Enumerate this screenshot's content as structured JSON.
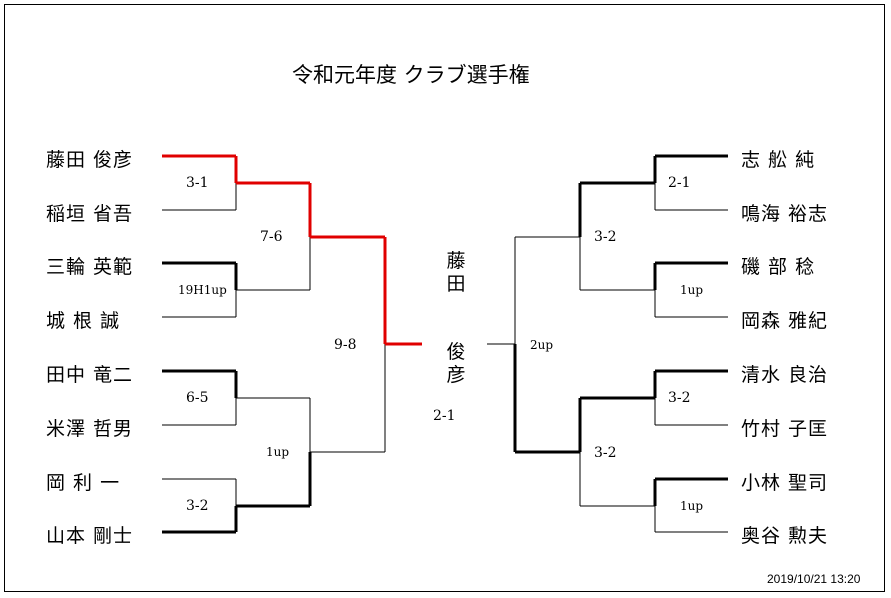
{
  "title": "令和元年度 クラブ選手権",
  "timestamp": "2019/10/21 13:20",
  "colors": {
    "thin": "#000000",
    "winner_path": "#e00000"
  },
  "left_players": [
    "藤田 俊彦",
    "稲垣 省吾",
    "三輪 英範",
    "城 根  誠",
    "田中 竜二",
    "米澤 哲男",
    "岡  利 一",
    "山本 剛士"
  ],
  "right_players": [
    "志 舩  純",
    "鳴海 裕志",
    "磯 部  稔",
    "岡森 雅紀",
    "清水 良治",
    "竹村 子匡",
    "小林 聖司",
    "奥谷 勲夫"
  ],
  "left_round1_scores": [
    "3-1",
    "19H1up",
    "6-5",
    "3-2"
  ],
  "left_round2_scores": [
    "7-6",
    "1up"
  ],
  "left_final_score": "9-8",
  "right_round1_scores": [
    "2-1",
    "1up",
    "3-2",
    "1up"
  ],
  "right_round2_scores": [
    "3-2",
    "3-2"
  ],
  "right_final_score": "2up",
  "champion_top": "藤\n田",
  "champion_bottom": "俊\n彦",
  "final_score": "2-1"
}
